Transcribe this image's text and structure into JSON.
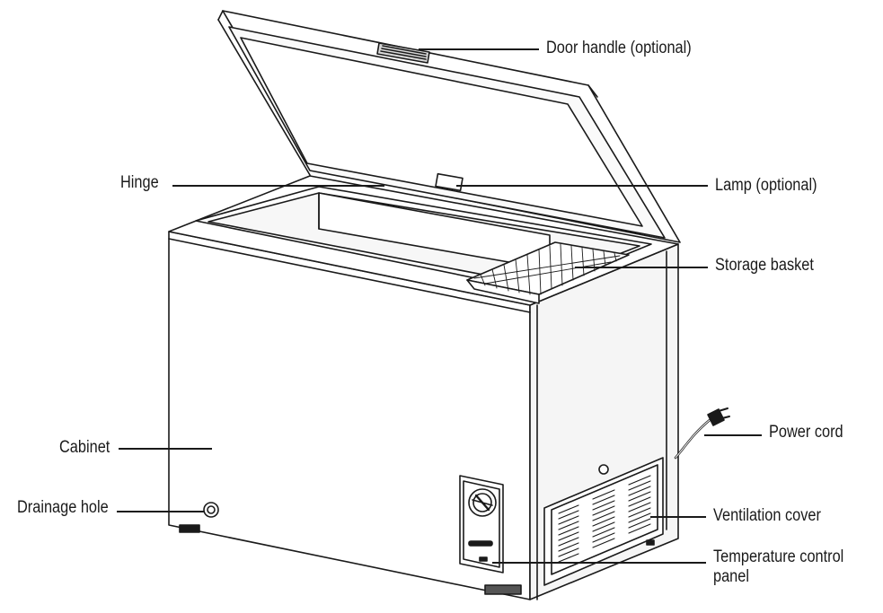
{
  "labels": {
    "door_handle": "Door handle (optional)",
    "hinge": "Hinge",
    "lamp": "Lamp (optional)",
    "storage_basket": "Storage basket",
    "power_cord": "Power cord",
    "cabinet": "Cabinet",
    "ventilation_cover": "Ventilation cover",
    "drainage_hole": "Drainage hole",
    "temperature_control_panel_line1": "Temperature control",
    "temperature_control_panel_line2": "panel"
  },
  "colors": {
    "line": "#1a1a1a",
    "fill": "#ffffff",
    "shade": "#f2f2f2"
  }
}
